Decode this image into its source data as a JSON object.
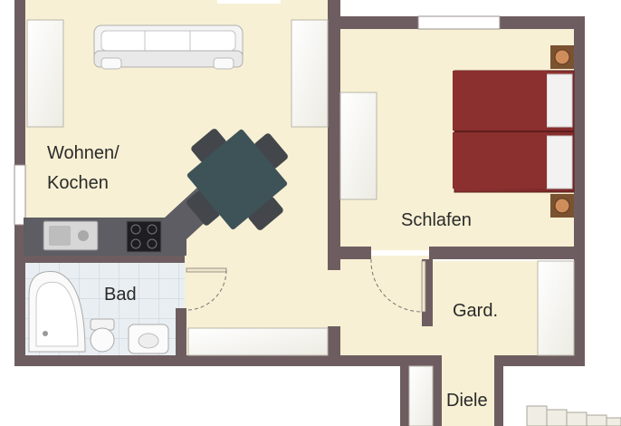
{
  "plan": {
    "rooms": {
      "living": {
        "label_line1": "Wohnen/",
        "label_line2": "Kochen"
      },
      "bedroom": {
        "label": "Schlafen"
      },
      "bath": {
        "label": "Bad"
      },
      "wardrobe": {
        "label": "Gard."
      },
      "hall": {
        "label": "Diele"
      }
    },
    "colors": {
      "wall": "#6e5d60",
      "floor": "#f7f0d4",
      "tile": "#e6ebef",
      "counter": "#5d5d63",
      "table": "#3e5358",
      "bed": "#8c2f2f",
      "furniture": "#fbfbf7"
    }
  }
}
